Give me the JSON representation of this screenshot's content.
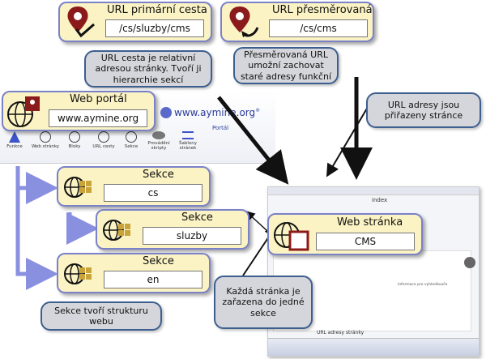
{
  "boxes": {
    "url_primarni": {
      "title": "URL primární cesta",
      "value": "/cs/sluzby/cms"
    },
    "url_presmerovana": {
      "title": "URL přesměrovaná",
      "value": "/cs/cms"
    },
    "web_portal": {
      "title": "Web portál",
      "value": "www.aymine.org"
    },
    "sekce_cs": {
      "title": "Sekce",
      "value": "cs"
    },
    "sekce_sluzby": {
      "title": "Sekce",
      "value": "sluzby"
    },
    "sekce_en": {
      "title": "Sekce",
      "value": "en"
    },
    "web_stranka": {
      "title": "Web stránka",
      "value": "CMS"
    }
  },
  "callouts": {
    "relativni": "URL cesta je relativní adresou stránky. Tvoří ji hierarchie sekcí",
    "stare_adresy": "Přesměrovaná URL umožní zachovat staré adresy funkční",
    "prirazeny": "URL adresy jsou přiřazeny stránce",
    "zarazena": "Každá stránka je zařazena do jedné sekce",
    "struktura": "Sekce tvoří strukturu webu"
  },
  "portal": {
    "logo_text": "www.aymine.org",
    "logo_sup": "®",
    "subtitle": "Portál",
    "nav": [
      "Funkce",
      "Web stránky",
      "Bloky",
      "URL cesty",
      "Sekce",
      "Provádění skripty",
      "Šablony stránek"
    ]
  },
  "webshot": {
    "header": "index",
    "footer_label": "URL adresy stránky",
    "section_label": "Informace pro vyhledávače"
  },
  "colors": {
    "box_fill": "#fbf3c4",
    "box_border": "#7a82c8",
    "callout_fill": "#d4d6db",
    "callout_border": "#3d5f8f",
    "icon_red": "#8b1a1a",
    "arrow_blue": "#8a90e0"
  }
}
